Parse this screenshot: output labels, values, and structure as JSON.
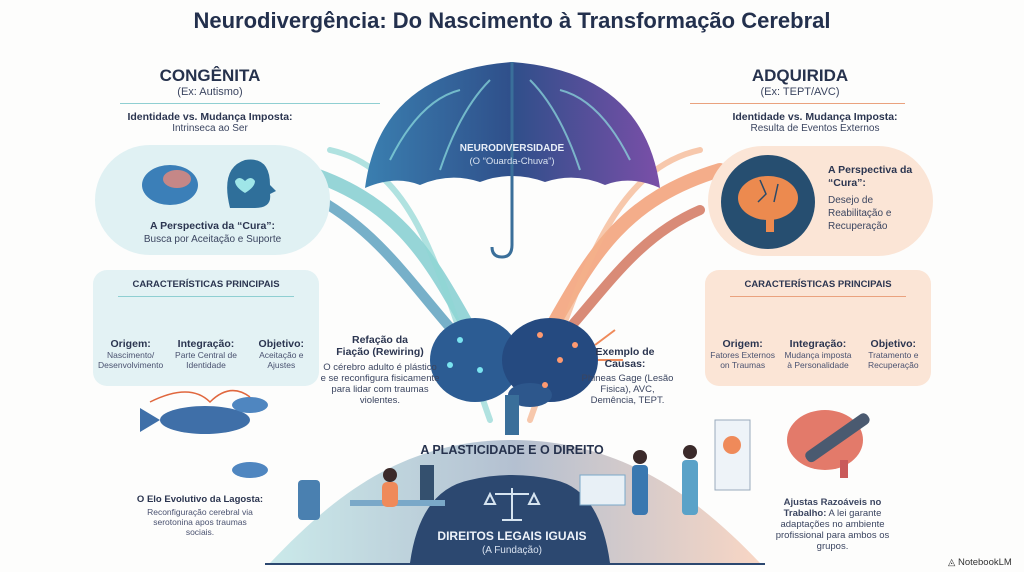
{
  "title": "Neurodivergência: Do Nascimento à Transformação Cerebral",
  "left": {
    "heading": "CONGÊNITA",
    "example": "(Ex: Autismo)",
    "identity_label": "Identidade vs. Mudança Imposta:",
    "identity_value": "Intrinseca ao Ser",
    "cure_label": "A Perspectiva da “Cura”:",
    "cure_value": "Busca por Aceitação e Suporte",
    "features_title": "CARACTERÍSTICAS PRINCIPAIS",
    "features": [
      {
        "label": "Origem:",
        "value": "Nascimento/ Desenvolvimento"
      },
      {
        "label": "Integração:",
        "value": "Parte Central de Identidade"
      },
      {
        "label": "Objetivo:",
        "value": "Aceitação e Ajustes"
      }
    ],
    "accent": "#5bb8c4"
  },
  "right": {
    "heading": "ADQUIRIDA",
    "example": "(Ex: TEPT/AVC)",
    "identity_label": "Identidade vs. Mudança Imposta:",
    "identity_value": "Resulta de Eventos Externos",
    "cure_label": "A Perspectiva da “Cura”:",
    "cure_value": "Desejo de Reabilitação e Recuperação",
    "features_title": "CARACTERÍSTICAS PRINCIPAIS",
    "features": [
      {
        "label": "Origem:",
        "value": "Fatores Externos on Traumas"
      },
      {
        "label": "Integração:",
        "value": "Mudança imposta à Personalidade"
      },
      {
        "label": "Objetivo:",
        "value": "Tratamento e Recuperação"
      }
    ],
    "accent": "#e07a4f"
  },
  "umbrella": {
    "title": "NEURODIVERSIDADE",
    "subtitle": "(O “Ouarda-Chuva”)"
  },
  "rewiring": {
    "title": "Refação da Fiação (Rewiring)",
    "text": "O cérebro adulto é plástico e se reconfigura fisicamente para lidar com traumas violentes."
  },
  "causes": {
    "title": "Exemplo de Causas:",
    "text": "Phineas Gage (Lesão Fisica), AVC, Demência, TEPT."
  },
  "plasticity_title": "A PLASTICIDADE E O DIREITO",
  "foundation": {
    "title": "DIREITOS LEGAIS IGUAIS",
    "subtitle": "(A Fundação)"
  },
  "lobster": {
    "title": "O Elo Evolutivo da Lagosta:",
    "text": "Reconfiguração cerebral via serotonina apos traumas sociais."
  },
  "work": {
    "title": "Ajustas Razoáveis no Trabalho:",
    "text": "A lei garante adaptações no ambiente profissional para ambos os grupos."
  },
  "watermark": "NotebookLM"
}
